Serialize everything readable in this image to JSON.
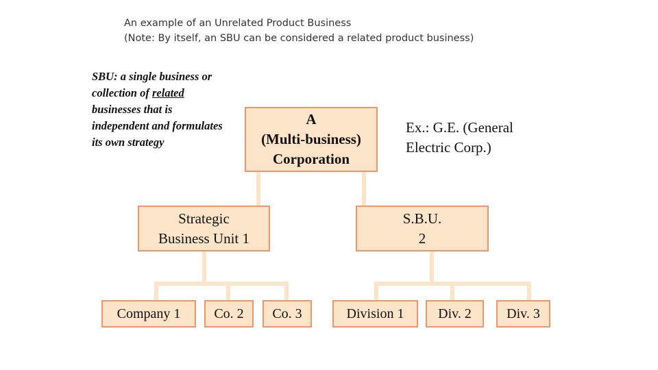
{
  "caption": {
    "line1": "An example of an Unrelated Product Business",
    "line2": "(Note:  By itself, an SBU can be considered a related product business)"
  },
  "definition": {
    "part1": "SBU:  a single business or collection of ",
    "underlined": "related",
    "part2": " businesses that is independent and formulates its own strategy"
  },
  "example_note": {
    "line1": "Ex.:  G.E.  (General",
    "line2": "Electric Corp.)"
  },
  "nodes": {
    "corporation": {
      "lines": [
        "A",
        "(Multi-business)",
        "Corporation"
      ]
    },
    "sbu1": {
      "lines": [
        "Strategic",
        "Business Unit 1"
      ]
    },
    "sbu2": {
      "lines": [
        "S.B.U.",
        "2"
      ]
    },
    "company1": "Company 1",
    "co2": "Co. 2",
    "co3": "Co. 3",
    "division1": "Division 1",
    "div2": "Div. 2",
    "div3": "Div. 3"
  },
  "colors": {
    "box_fill": "#fce4c8",
    "box_border": "#f2966a",
    "connector": "#fce4c8"
  }
}
